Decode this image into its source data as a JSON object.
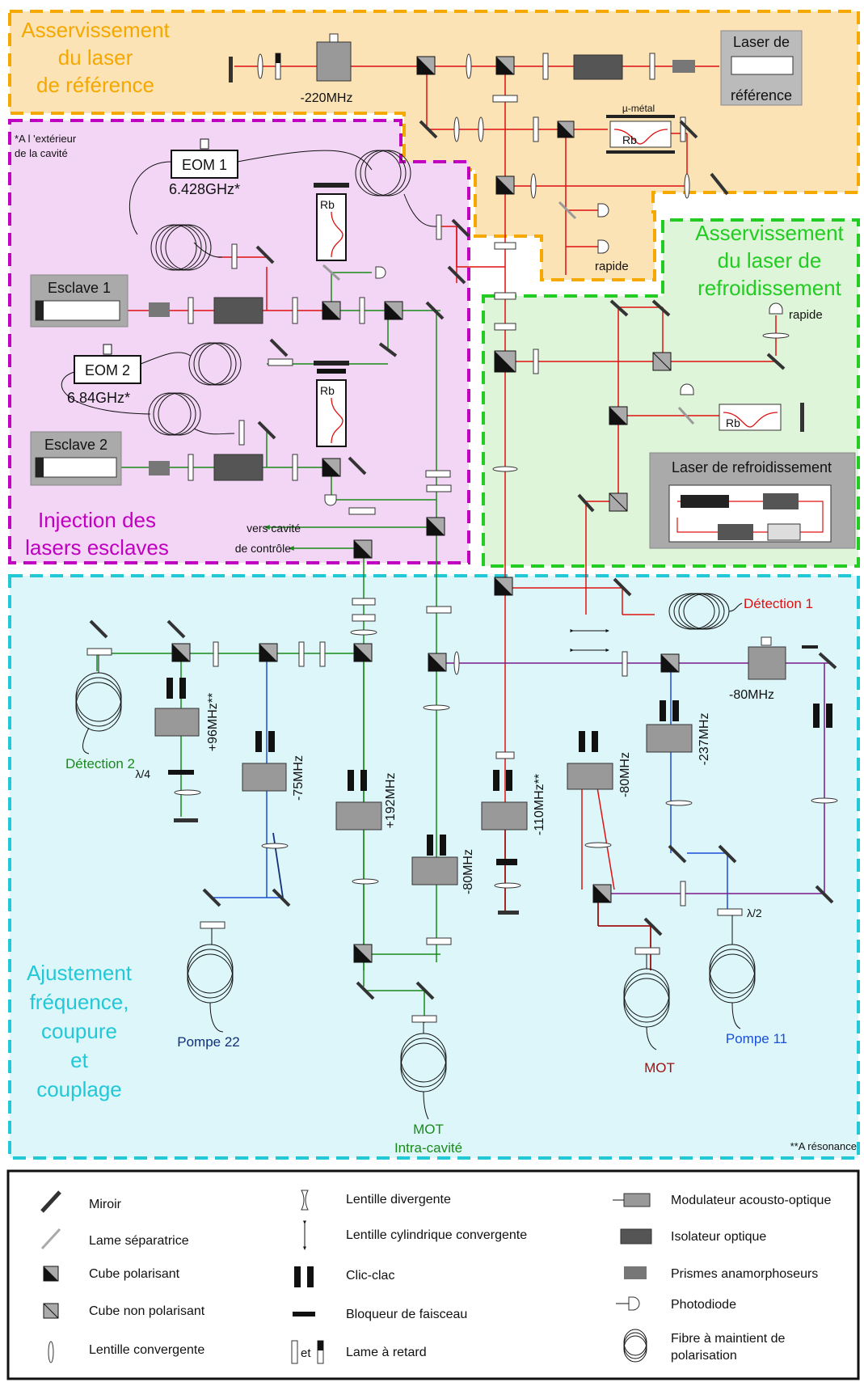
{
  "sections": {
    "reference": {
      "title_lines": [
        "Asservissement",
        "du laser",
        "de référence"
      ],
      "color": "#f5a800",
      "fill": "#fbe3b6"
    },
    "slaves": {
      "title_lines": [
        "Injection des",
        "lasers esclaves"
      ],
      "color": "#c000c0",
      "fill": "#f3d6f6"
    },
    "cooling": {
      "title_lines": [
        "Asservissement",
        "du laser de",
        "refroidissement"
      ],
      "color": "#22cc22",
      "fill": "#dff5d9"
    },
    "adjust": {
      "title_lines": [
        "Ajustement",
        "fréquence,",
        "coupure",
        "et",
        "couplage"
      ],
      "color": "#22c8d6",
      "fill": "#dcf6fa"
    }
  },
  "notes": {
    "outside_cavity": [
      "*A l 'extérieur",
      "de la cavité"
    ],
    "resonance": "**A résonance"
  },
  "devices": {
    "ref_laser": [
      "Laser de",
      "référence"
    ],
    "cool_laser": "Laser de refroidissement",
    "slave1": "Esclave 1",
    "slave2": "Esclave 2",
    "eom1": "EOM 1",
    "eom1_freq": "6.428GHz*",
    "eom2": "EOM 2",
    "eom2_freq": "6.84GHz*",
    "rb": "Rb",
    "mu_metal": "µ-métal",
    "rapide": "rapide",
    "to_control_cavity": [
      "vers cavité",
      "de contrôle"
    ]
  },
  "frequencies": {
    "aom_ref": "-220MHz",
    "aom_det2": "+96MHz**",
    "aom_p22": "-75MHz",
    "aom_mot_ic": "+192MHz",
    "aom_80_green": "-80MHz",
    "aom_110": "-110MHz**",
    "aom_80_red": "-80MHz",
    "aom_237": "-237MHz",
    "aom_80_right": "-80MHz"
  },
  "plates": {
    "lambda4": "λ/4",
    "lambda2": "λ/2"
  },
  "outputs": {
    "det1": "Détection 1",
    "det2": "Détection 2",
    "pompe22": "Pompe 22",
    "pompe11": "Pompe 11",
    "mot": "MOT",
    "mot_ic": [
      "MOT",
      "Intra-cavité"
    ]
  },
  "legend": {
    "col1": [
      "Miroir",
      "Lame séparatrice",
      "Cube polarisant",
      "Cube non polarisant",
      "Lentille convergente"
    ],
    "col2": [
      "Lentille divergente",
      "Lentille cylindrique convergente",
      "Clic-clac",
      "Bloqueur de faisceau",
      "Lame à retard"
    ],
    "col2_et": "et",
    "col3": [
      "Modulateur acousto-optique",
      "Isolateur optique",
      "Prismes anamorphoseurs",
      "Photodiode",
      "Fibre à maintient de",
      "polarisation"
    ]
  },
  "colors": {
    "red_beam": "#e01010",
    "green_beam": "#1a8a1a",
    "blue_beam": "#1a4fd8",
    "purple_beam": "#7a1a8a",
    "dark_red": "#a01010",
    "navy": "#10307a"
  }
}
